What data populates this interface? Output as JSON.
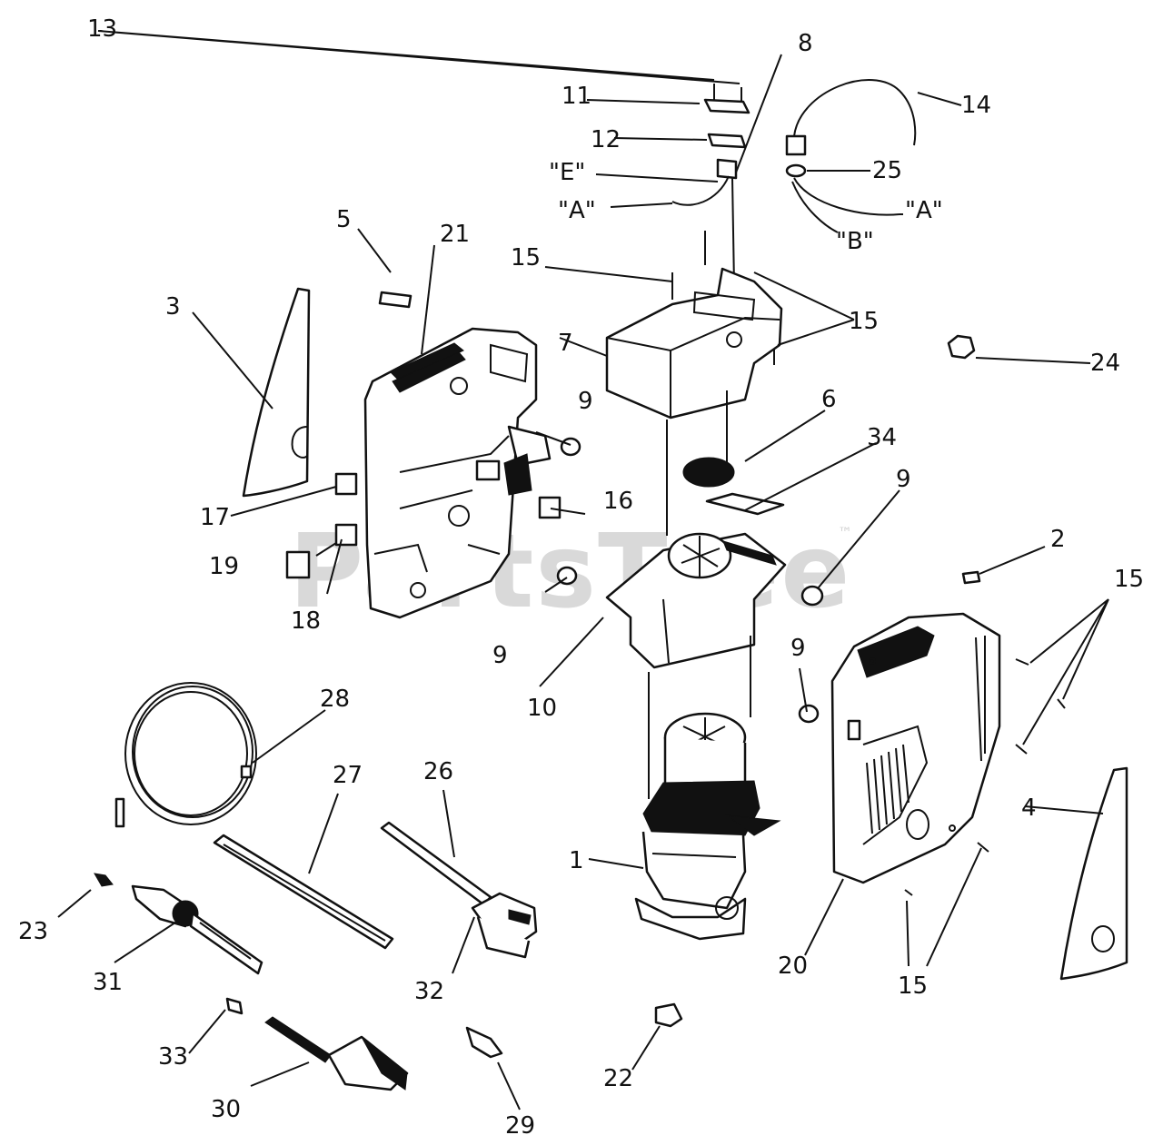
{
  "watermark": "PartsTree",
  "watermark_tm": "™",
  "labels": {
    "l1": "1",
    "l2": "2",
    "l3": "3",
    "l4": "4",
    "l5": "5",
    "l6": "6",
    "l7": "7",
    "l8": "8",
    "l9a": "9",
    "l9b": "9",
    "l9c": "9",
    "l9d": "9",
    "l10": "10",
    "l11": "11",
    "l12": "12",
    "l13": "13",
    "l14": "14",
    "l15a": "15",
    "l15b": "15",
    "l15c": "15",
    "l15d": "15",
    "l16": "16",
    "l17": "17",
    "l18": "18",
    "l19": "19",
    "l20": "20",
    "l21": "21",
    "l22": "22",
    "l23": "23",
    "l24": "24",
    "l25": "25",
    "l26": "26",
    "l27": "27",
    "l28": "28",
    "l29": "29",
    "l30": "30",
    "l31": "31",
    "l32": "32",
    "l33": "33",
    "l34": "34",
    "lE": "\"E\"",
    "lA1": "\"A\"",
    "lA2": "\"A\"",
    "lB": "\"B\""
  }
}
